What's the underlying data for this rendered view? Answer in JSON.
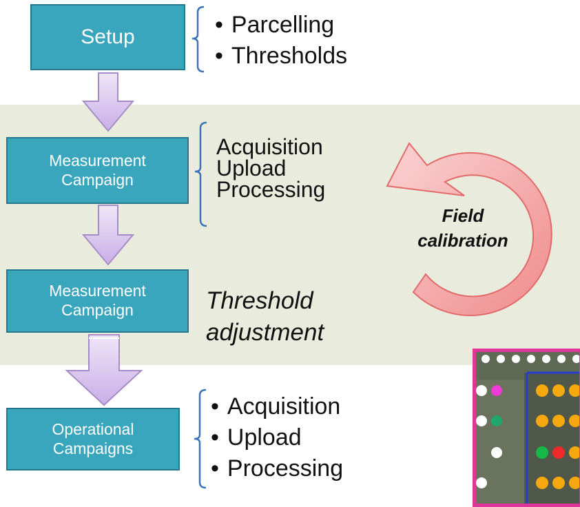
{
  "boxes": {
    "setup": "Setup",
    "mc1_line1": "Measurement",
    "mc1_line2": "Campaign",
    "mc2_line1": "Measurement",
    "mc2_line2": "Campaign",
    "op_line1": "Operational",
    "op_line2": "Campaigns"
  },
  "setup_items": [
    "Parcelling",
    "Thresholds"
  ],
  "campaign_steps": [
    "Acquisition",
    "Upload",
    "Processing"
  ],
  "threshold_adjustment": [
    "Threshold",
    "adjustment"
  ],
  "field_calibration": [
    "Field",
    "calibration"
  ],
  "operational_items": [
    "Acquisition",
    "Upload",
    "Processing"
  ],
  "colors": {
    "box_fill": "#3aa6bd",
    "box_border": "#25788c",
    "arrow_fill": "#d9c5ec",
    "cycle_arrow": "#f49b9b",
    "band": "#e9ecdc",
    "bracket": "#3a73b8",
    "photo_border": "#e0359a"
  }
}
